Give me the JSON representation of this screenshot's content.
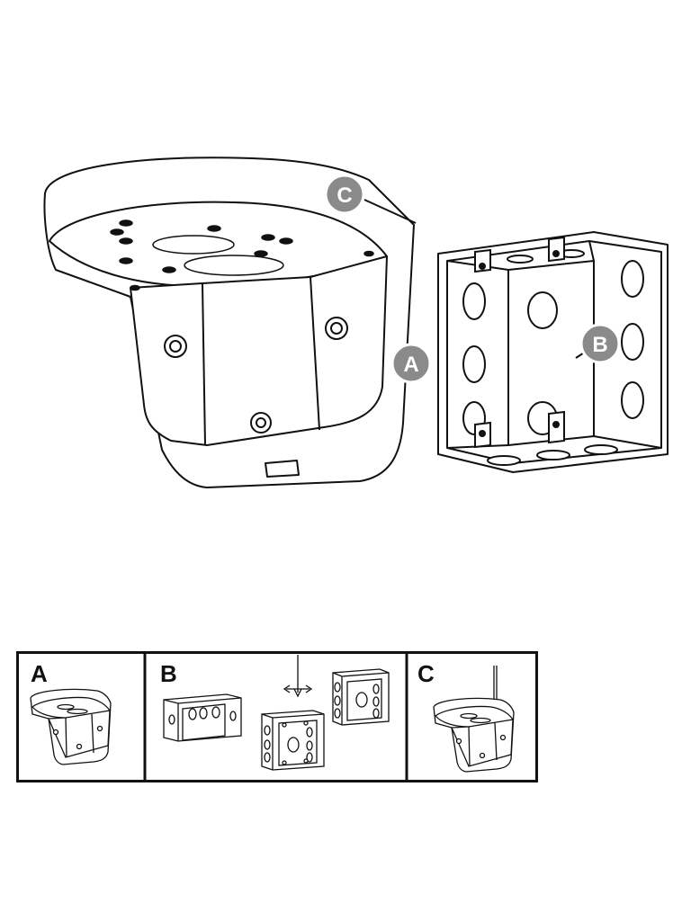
{
  "callouts": {
    "a": "A",
    "b": "B",
    "c": "C"
  },
  "panels": [
    {
      "id": "a",
      "label": "A"
    },
    {
      "id": "b",
      "label": "B"
    },
    {
      "id": "c",
      "label": "C"
    }
  ],
  "colors": {
    "line": "#111111",
    "callout_fill": "#8a8a8a",
    "callout_text": "#ffffff",
    "background": "#ffffff"
  },
  "icons": [
    "wall-mount-bracket",
    "junction-box",
    "direction-arrows"
  ]
}
